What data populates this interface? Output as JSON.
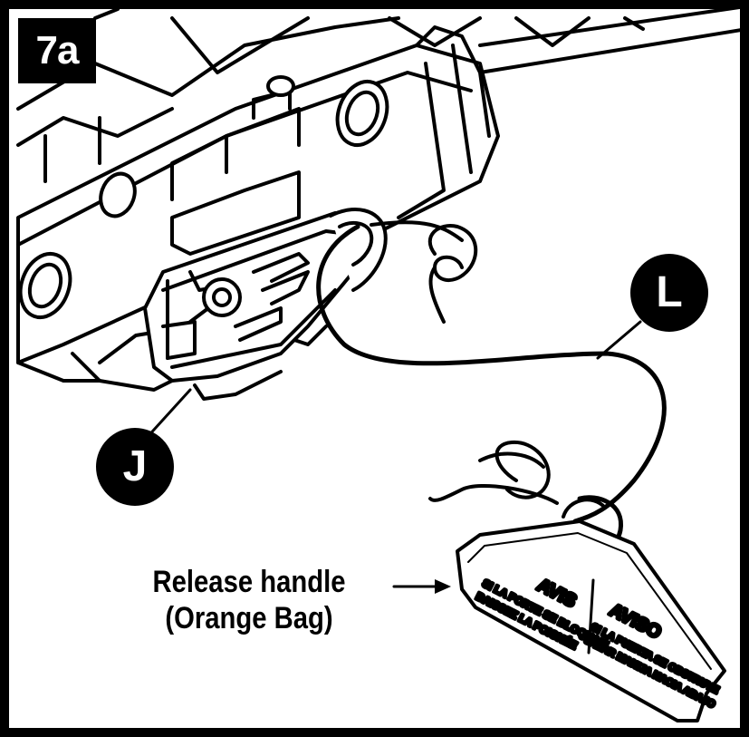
{
  "step": "7a",
  "callouts": {
    "j": "J",
    "l": "L"
  },
  "release_handle": {
    "line1": "Release handle",
    "line2": "(Orange Bag)"
  },
  "tag": {
    "french_title": "AVIS",
    "french_line1": "SI LA PORTE SE BLOQUAIT",
    "french_line2": "BAISSEZ LA POIGNÉE",
    "spanish_title": "AVISO",
    "spanish_line1": "SI LA PUERTA SE OBSTRUYE",
    "spanish_line2": "JALAR MANIJA HACIA ABAJO"
  }
}
